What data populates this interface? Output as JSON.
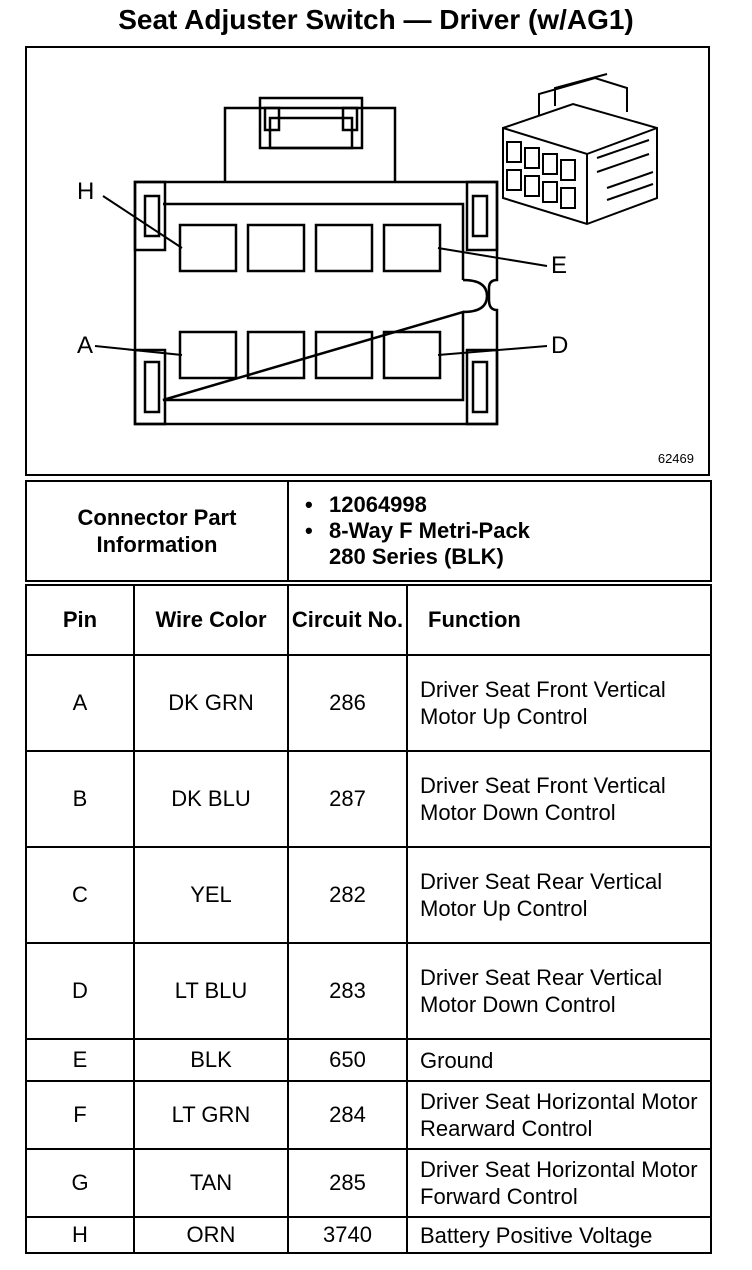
{
  "title": "Seat Adjuster Switch — Driver (w/AG1)",
  "diagram": {
    "figure_number": "62469",
    "pin_labels": {
      "h": "H",
      "e": "E",
      "a": "A",
      "d": "D"
    }
  },
  "connector_info": {
    "label": "Connector Part Information",
    "part_number": "12064998",
    "description_line1": "8-Way F Metri-Pack",
    "description_line2": "280 Series (BLK)",
    "bullet": "•"
  },
  "table": {
    "headers": {
      "pin": "Pin",
      "wire_color": "Wire Color",
      "circuit": "Circuit No.",
      "function": "Function"
    },
    "rows": [
      {
        "pin": "A",
        "color": "DK GRN",
        "circuit": "286",
        "function": "Driver Seat Front Vertical Motor Up Control"
      },
      {
        "pin": "B",
        "color": "DK BLU",
        "circuit": "287",
        "function": "Driver Seat Front Vertical Motor Down Control"
      },
      {
        "pin": "C",
        "color": "YEL",
        "circuit": "282",
        "function": "Driver Seat Rear Vertical Motor Up Control"
      },
      {
        "pin": "D",
        "color": "LT BLU",
        "circuit": "283",
        "function": "Driver Seat Rear Vertical Motor Down Control"
      },
      {
        "pin": "E",
        "color": "BLK",
        "circuit": "650",
        "function": "Ground"
      },
      {
        "pin": "F",
        "color": "LT GRN",
        "circuit": "284",
        "function": "Driver Seat Horizontal Motor Rearward Control"
      },
      {
        "pin": "G",
        "color": "TAN",
        "circuit": "285",
        "function": "Driver Seat Horizontal Motor Forward Control"
      },
      {
        "pin": "H",
        "color": "ORN",
        "circuit": "3740",
        "function": "Battery Positive Voltage"
      }
    ]
  }
}
